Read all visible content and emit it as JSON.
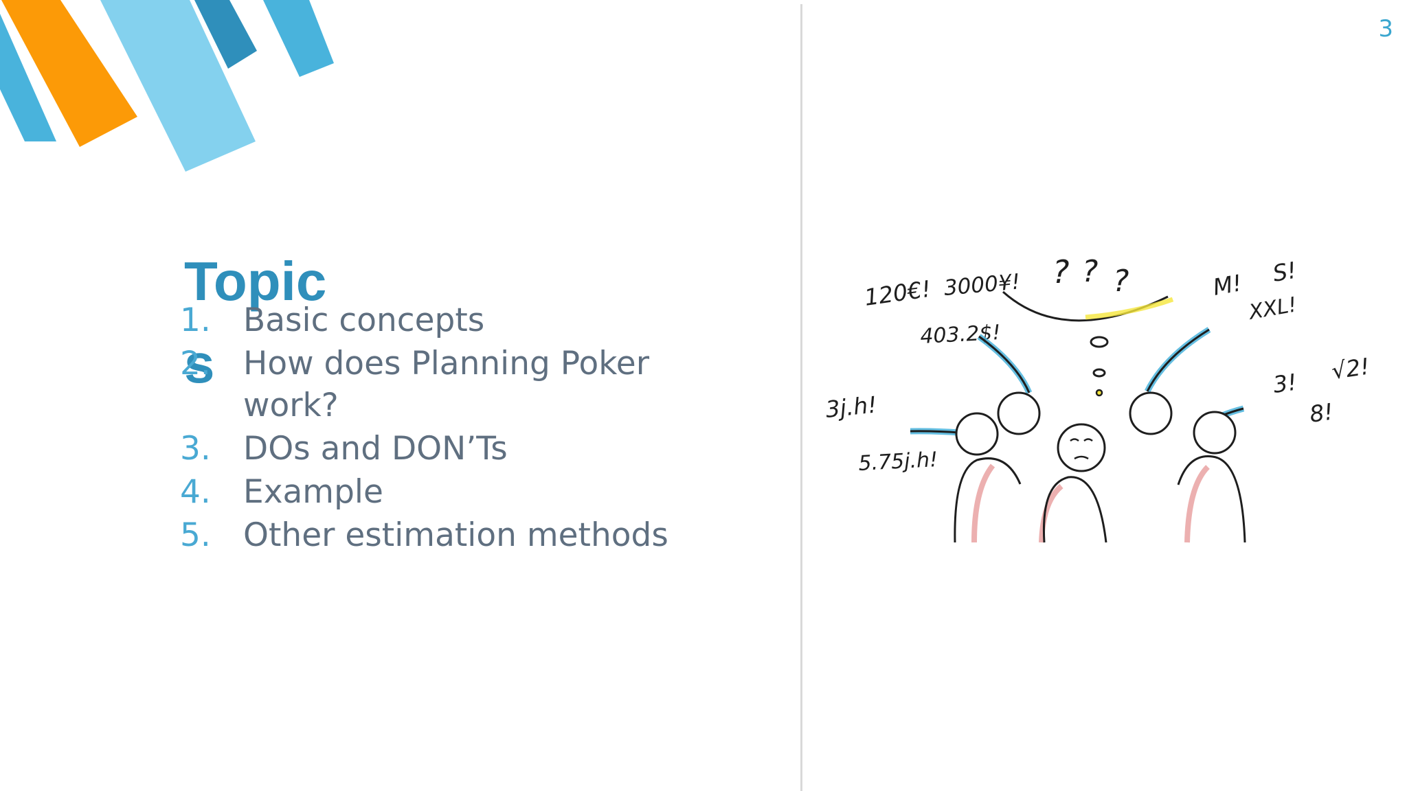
{
  "slide": {
    "page_number": "3",
    "title": "Topics",
    "topics": [
      {
        "number": "1.",
        "label": "Basic concepts"
      },
      {
        "number": "2.",
        "label": "How does Planning Poker work?"
      },
      {
        "number": "3.",
        "label": "DOs and DON’Ts"
      },
      {
        "number": "4.",
        "label": "Example"
      },
      {
        "number": "5.",
        "label": "Other estimation methods"
      }
    ]
  },
  "illustration": {
    "estimates": [
      "120€!",
      "3000¥!",
      "403.2$!",
      "3j.h!",
      "5.75j.h!",
      "M!",
      "S!",
      "XXL!",
      "3!",
      "√2!",
      "8!",
      "?",
      "?",
      "?"
    ]
  },
  "colors": {
    "accent_blue": "#49a9d3",
    "title_blue": "#2f8fbb",
    "light_blue": "#84d1ee",
    "dark_blue": "#2f8fbb",
    "orange": "#fc9a07",
    "text_gray": "#5f6f80",
    "divider": "#d9d9d9"
  }
}
